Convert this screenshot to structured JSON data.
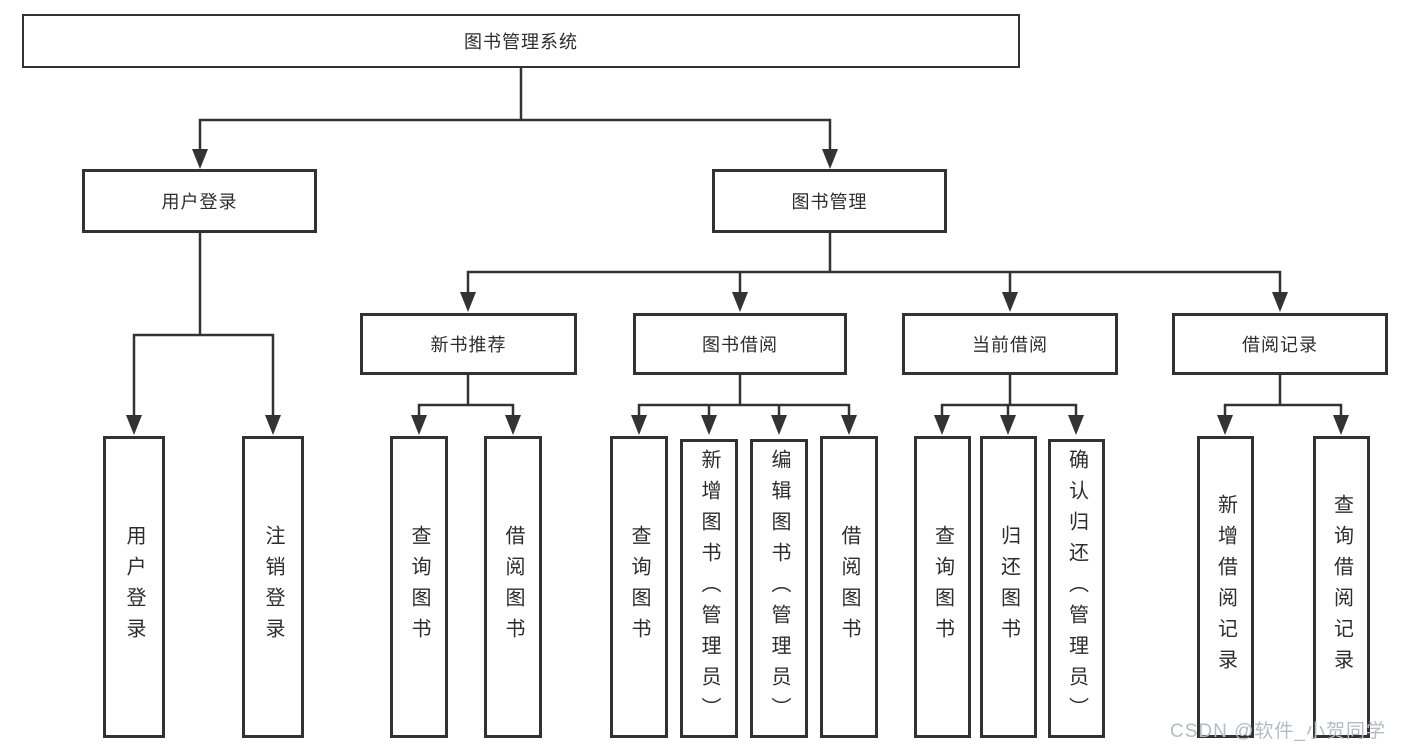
{
  "colors": {
    "line": "#333333",
    "box_border": "#323232",
    "text": "#2d2d2d",
    "watermark": "#b6bac3",
    "background": "#ffffff"
  },
  "watermark": "CSDN @软件_小贺同学",
  "tree": {
    "root": "图书管理系统",
    "login_branch": {
      "label": "用户登录",
      "children": [
        "用户登录",
        "注销登录"
      ]
    },
    "mgmt_branch": {
      "label": "图书管理",
      "groups": [
        {
          "label": "新书推荐",
          "children": [
            "查询图书",
            "借阅图书"
          ]
        },
        {
          "label": "图书借阅",
          "children": [
            "查询图书",
            "新增图书（管理员）",
            "编辑图书（管理员）",
            "借阅图书"
          ]
        },
        {
          "label": "当前借阅",
          "children": [
            "查询图书",
            "归还图书",
            "确认归还（管理员）"
          ]
        },
        {
          "label": "借阅记录",
          "children": [
            "新增借阅记录",
            "查询借阅记录"
          ]
        }
      ]
    }
  }
}
